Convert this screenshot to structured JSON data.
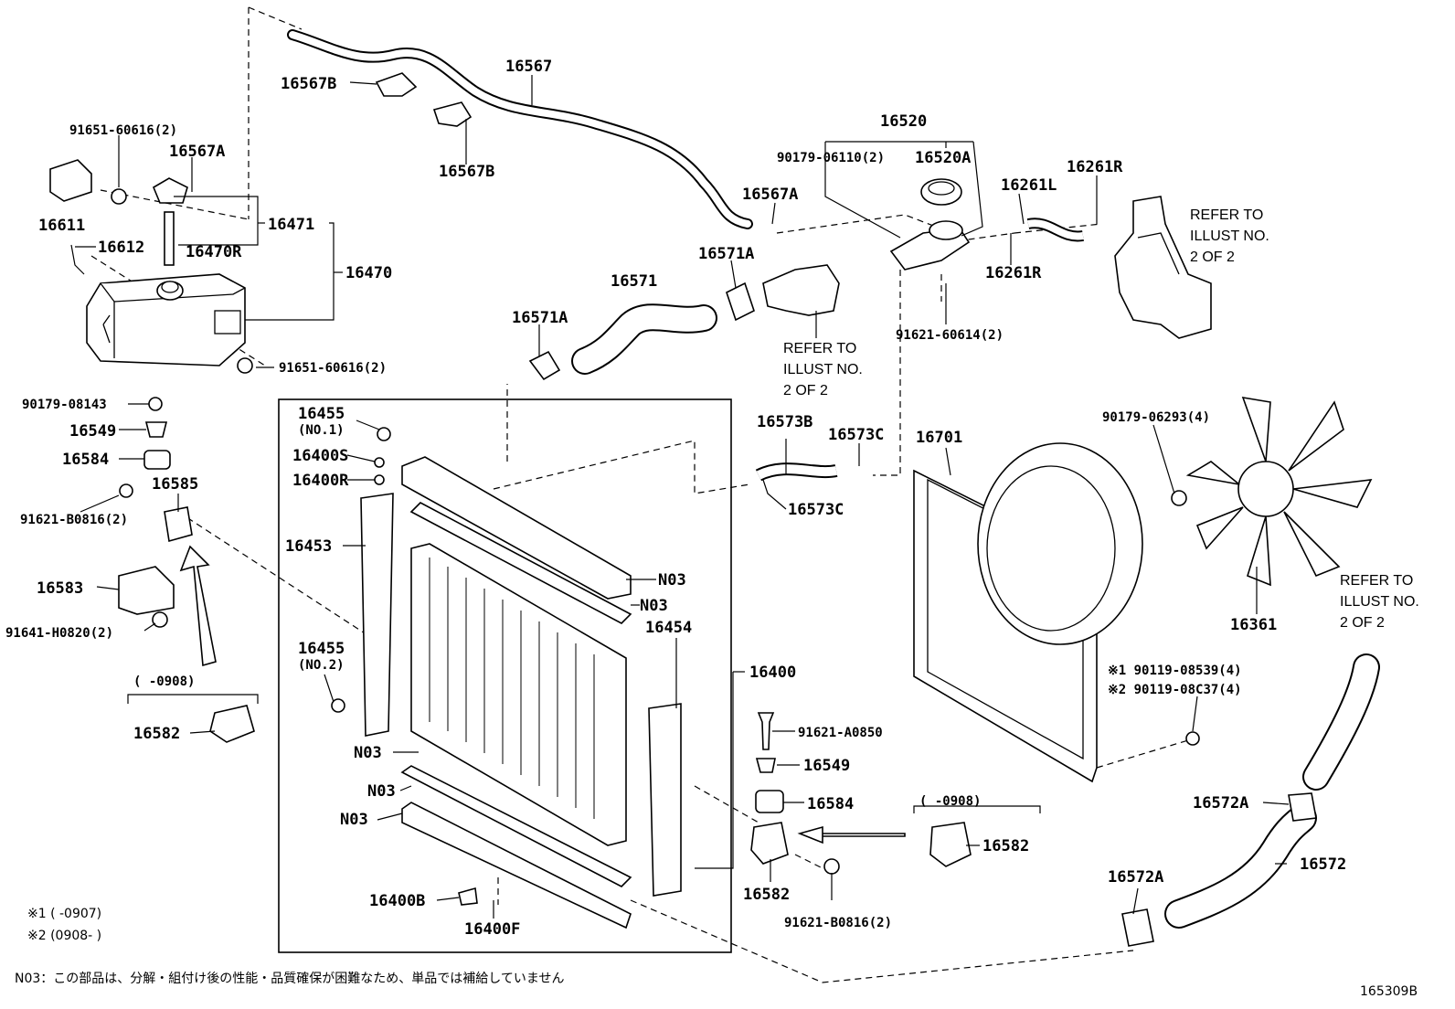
{
  "labels": {
    "p16567B_top": "16567B",
    "p16567": "16567",
    "p16567B_bot": "16567B",
    "p91651_top": "91651-60616(2)",
    "p16567A_left": "16567A",
    "p16611": "16611",
    "p16471": "16471",
    "p16612": "16612",
    "p16470R": "16470R",
    "p16470": "16470",
    "p91651_bot": "91651-60616(2)",
    "p16520": "16520",
    "p90179_06110": "90179-06110(2)",
    "p16520A": "16520A",
    "p16567A_mid": "16567A",
    "p16261L": "16261L",
    "p16261R_top": "16261R",
    "p16261R_bot": "16261R",
    "p16571A_top": "16571A",
    "p16571": "16571",
    "p16571A_left": "16571A",
    "p91621_60614": "91621-60614(2)",
    "p90179_08143": "90179-08143",
    "p16549_left": "16549",
    "p16584_left": "16584",
    "p16585": "16585",
    "p91621_B0816_left": "91621-B0816(2)",
    "p16583": "16583",
    "p91641_H0820": "91641-H0820(2)",
    "p16582_left": "16582",
    "p16455_no1": "16455",
    "p16455_no1_sub": "(NO.1)",
    "p16400S": "16400S",
    "p16400R": "16400R",
    "p16453": "16453",
    "p16455_no2": "16455",
    "p16455_no2_sub": "(NO.2)",
    "p16573B": "16573B",
    "p16573C_top": "16573C",
    "p16573C_bot": "16573C",
    "p16701": "16701",
    "p90179_06293": "90179-06293(4)",
    "p16361": "16361",
    "pN03_a": "N03",
    "pN03_b": "N03",
    "p16454": "16454",
    "p16400": "16400",
    "pN03_c": "N03",
    "pN03_d": "N03",
    "pN03_e": "N03",
    "p91621_A0850": "91621-A0850",
    "p16549_right": "16549",
    "p16584_right": "16584",
    "p16582_mid": "16582",
    "p16582_right": "16582",
    "p91621_B0816_right": "91621-B0816(2)",
    "p16400B": "16400B",
    "p16400F": "16400F",
    "p90119_08539": "※1 90119-08539(4)",
    "p90119_08C37": "※2 90119-08C37(4)",
    "p16572A_top": "16572A",
    "p16572": "16572",
    "p16572A_bot": "16572A"
  },
  "refer_notes": {
    "top_right": [
      "REFER TO",
      "ILLUST NO.",
      "2 OF 2"
    ],
    "middle": [
      "REFER TO",
      "ILLUST NO.",
      "2 OF 2"
    ],
    "right": [
      "REFER TO",
      "ILLUST NO.",
      "2 OF 2"
    ]
  },
  "date_ranges": {
    "left_0908": "(      -0908)",
    "right_0908": "(      -0908)"
  },
  "footnotes": {
    "mark1": "※1 (      -0907)",
    "mark2": "※2 (0908-      )",
    "n03_note": "N03：この部品は、分解・組付け後の性能・品質確保が困難なため、単品では補給していません",
    "illust_code": "165309B"
  }
}
